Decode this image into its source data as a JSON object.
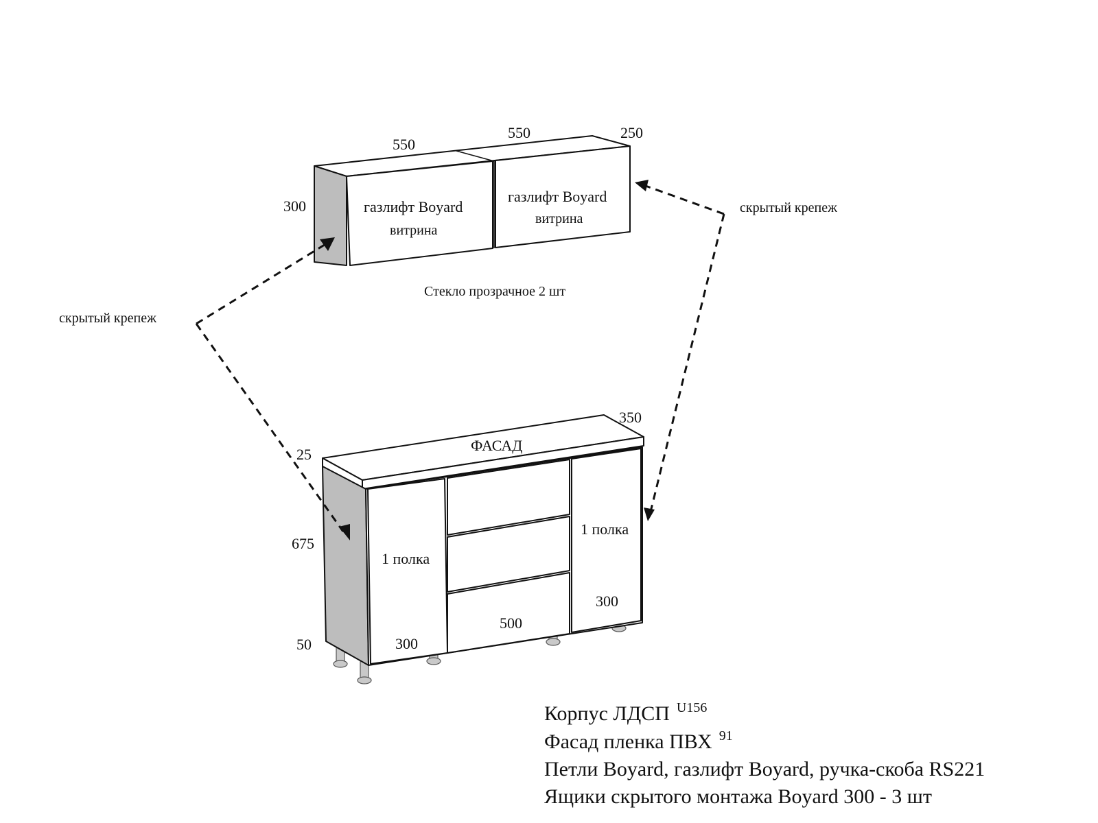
{
  "upper_cabinet": {
    "dim_width_left": "550",
    "dim_width_right": "550",
    "dim_depth": "250",
    "dim_height": "300",
    "left_door_line1": "газлифт Boyard",
    "left_door_line2": "витрина",
    "right_door_line1": "газлифт Boyard",
    "right_door_line2": "витрина",
    "glass_note": "Стекло прозрачное 2 шт"
  },
  "callouts": {
    "left": "скрытый крепеж",
    "right": "скрытый крепеж"
  },
  "lower_cabinet": {
    "dim_depth": "350",
    "dim_countertop": "25",
    "dim_height": "675",
    "dim_legs": "50",
    "countertop_label": "ФАСАД",
    "left_section_label": "1 полка",
    "left_section_width": "300",
    "center_width": "500",
    "right_section_label": "1 полка",
    "right_section_width": "300"
  },
  "specs": {
    "line1_main": "Корпус ЛДСП",
    "line1_sup": "U156",
    "line2_main": "Фасад пленка ПВХ",
    "line2_sup": "91",
    "line3": "Петли Boyard, газлифт Boyard, ручка-скоба RS221",
    "line4": "Ящики скрытого монтажа Boyard 300 - 3 шт"
  },
  "colors": {
    "line": "#111111",
    "side_panel": "#bdbdbd",
    "background": "#ffffff"
  }
}
